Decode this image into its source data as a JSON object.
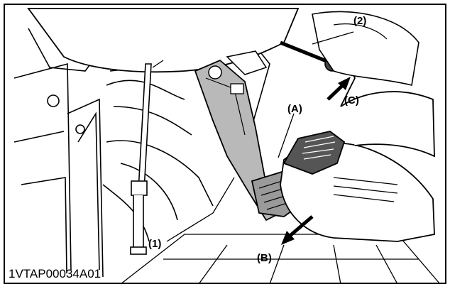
{
  "figure": {
    "id_code": "1VTAP00034A01",
    "callouts": {
      "part_1": "(1)",
      "part_2": "(2)",
      "point_a": "(A)",
      "dir_b": "(B)",
      "dir_c": "(C)"
    },
    "icons": [
      "clutch-pedal",
      "pedal-pad",
      "shift-lever",
      "boot-sole",
      "floor-mat",
      "arrow-down-left",
      "arrow-up-right"
    ]
  }
}
